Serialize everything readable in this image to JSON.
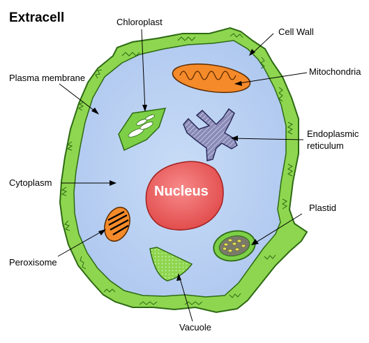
{
  "title": "Extracell",
  "labels": {
    "chloroplast": "Chloroplast",
    "cell_wall": "Cell Wall",
    "plasma_membrane": "Plasma membrane",
    "mitochondria": "Mitochondria",
    "endoplasmic_1": "Endoplasmic",
    "endoplasmic_2": "reticulum",
    "cytoplasm": "Cytoplasm",
    "nucleus": "Nucleus",
    "plastid": "Plastid",
    "peroxisome": "Peroxisome",
    "vacuole": "Vacuole"
  },
  "colors": {
    "cell_wall": "#8ed64f",
    "cytoplasm": "#bcd3f2",
    "nucleus": "#f06464",
    "mitochondria": "#f58a2a",
    "er": "#8a8ab8",
    "chloroplast": "#7ccf47",
    "plastid": "#7ccf47",
    "peroxisome": "#f58a2a",
    "vacuole": "#8ed64f"
  }
}
